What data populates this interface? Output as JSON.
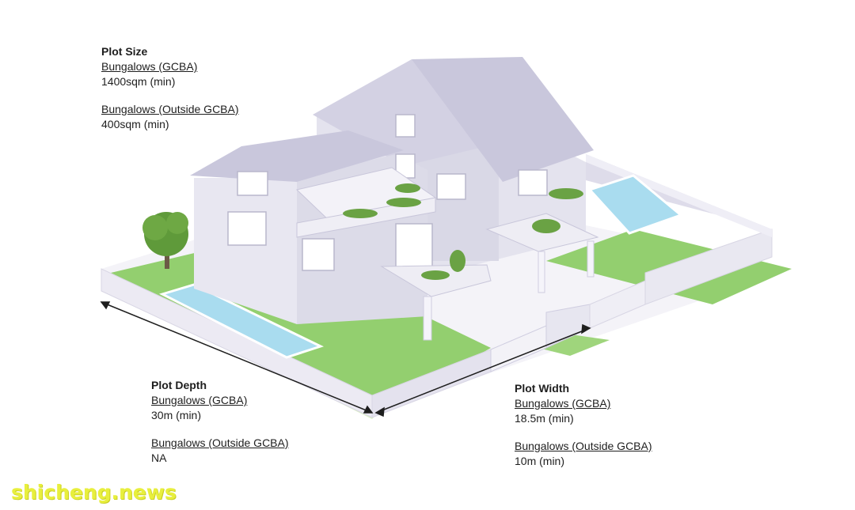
{
  "plot_size": {
    "title": "Plot Size",
    "gcba_label": "Bungalows (GCBA)",
    "gcba_value": "1400sqm (min)",
    "outside_label": "Bungalows (Outside GCBA)",
    "outside_value": "400sqm (min)"
  },
  "plot_depth": {
    "title": "Plot Depth",
    "gcba_label": "Bungalows (GCBA)",
    "gcba_value": "30m (min)",
    "outside_label": "Bungalows (Outside GCBA)",
    "outside_value": "NA"
  },
  "plot_width": {
    "title": "Plot Width",
    "gcba_label": "Bungalows (GCBA)",
    "gcba_value": "18.5m (min)",
    "outside_label": "Bungalows (Outside GCBA)",
    "outside_value": "10m (min)"
  },
  "watermark": "shicheng.news",
  "colors": {
    "roof": "#c9c7dc",
    "wall": "#e4e3ee",
    "wall_shade": "#d3d1e3",
    "grass": "#93cf6f",
    "pool": "#a9dcef",
    "fence": "#eceaf3",
    "tree": "#5f9a3a"
  }
}
